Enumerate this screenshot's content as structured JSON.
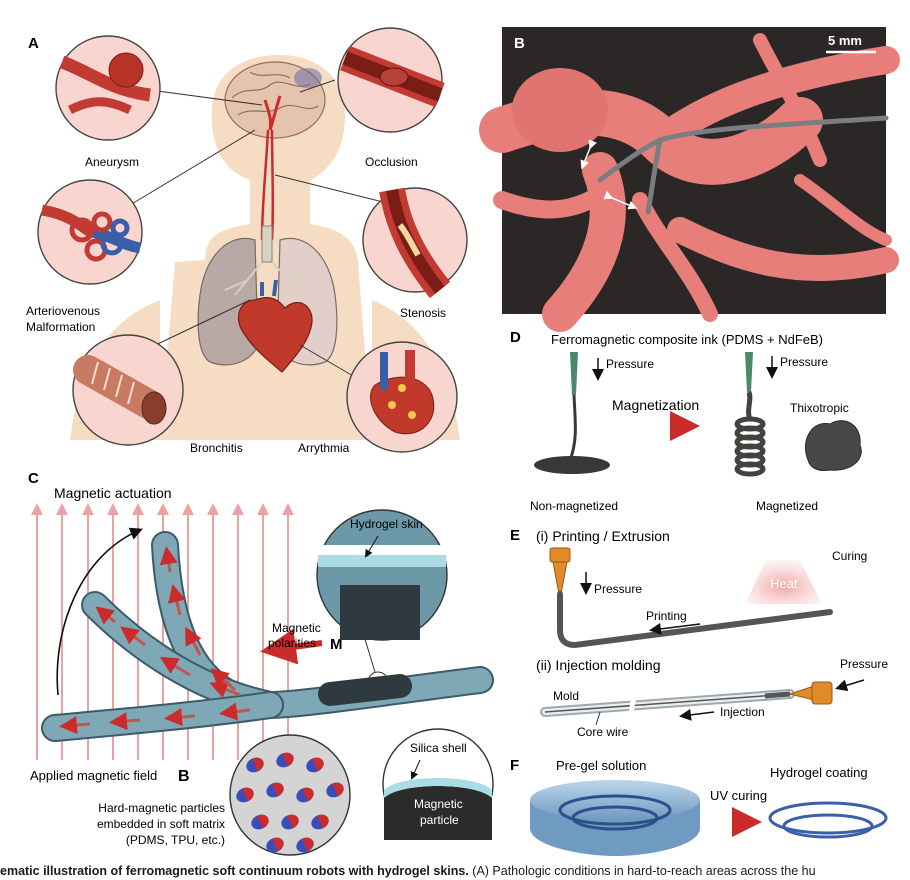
{
  "panel_a": {
    "letter": "A",
    "labels": {
      "aneurysm": "Aneurysm",
      "occlusion": "Occlusion",
      "avm_line1": "Arteriovenous",
      "avm_line2": "Malformation",
      "stenosis": "Stenosis",
      "bronchitis": "Bronchitis",
      "arrythmia": "Arrythmia"
    }
  },
  "panel_b": {
    "letter": "B",
    "scale_bar": "5 mm"
  },
  "panel_c": {
    "letter": "C",
    "title": "Magnetic actuation",
    "hydrogel_skin": "Hydrogel skin",
    "polarities_line1": "Magnetic",
    "polarities_line2": "polarities",
    "polarities_symbol": "M",
    "field_label": "Applied magnetic field",
    "field_symbol": "B",
    "particles_line1": "Hard-magnetic particles",
    "particles_line2": "embedded in soft matrix",
    "particles_line3": "(PDMS, TPU, etc.)",
    "silica_shell": "Silica shell",
    "magnetic_line1": "Magnetic",
    "magnetic_line2": "particle"
  },
  "panel_d": {
    "letter": "D",
    "title": "Ferromagnetic composite ink (PDMS + NdFeB)",
    "pressure_left": "Pressure",
    "pressure_right": "Pressure",
    "magnetization": "Magnetization",
    "thixotropic": "Thixotropic",
    "non_magnetized": "Non-magnetized",
    "magnetized": "Magnetized"
  },
  "panel_e": {
    "letter": "E",
    "part1_title": "(i) Printing / Extrusion",
    "pressure1": "Pressure",
    "heat": "Heat",
    "curing": "Curing",
    "printing": "Printing",
    "part2_title": "(ii) Injection molding",
    "pressure2": "Pressure",
    "mold": "Mold",
    "core_wire": "Core wire",
    "injection": "Injection"
  },
  "panel_f": {
    "letter": "F",
    "pregel": "Pre-gel solution",
    "uv_curing": "UV curing",
    "hydrogel_coating": "Hydrogel coating"
  },
  "caption": {
    "bold": "ematic illustration of ferromagnetic soft continuum robots with hydrogel skins.",
    "rest": " (A) Pathologic conditions in hard-to-reach areas across the hu"
  },
  "colors": {
    "artery": "#d9534f",
    "vein": "#3a5fa8",
    "skin": "#f7dcc4",
    "robot": "#6d98a8",
    "hydrogel": "#a9dce3",
    "field_red": "#e9a3a3",
    "field_blue": "#9ec2dc",
    "accent_red": "#cc2b2b",
    "nozzle_green": "#4a8a6a",
    "nozzle_orange": "#e08a2a"
  }
}
